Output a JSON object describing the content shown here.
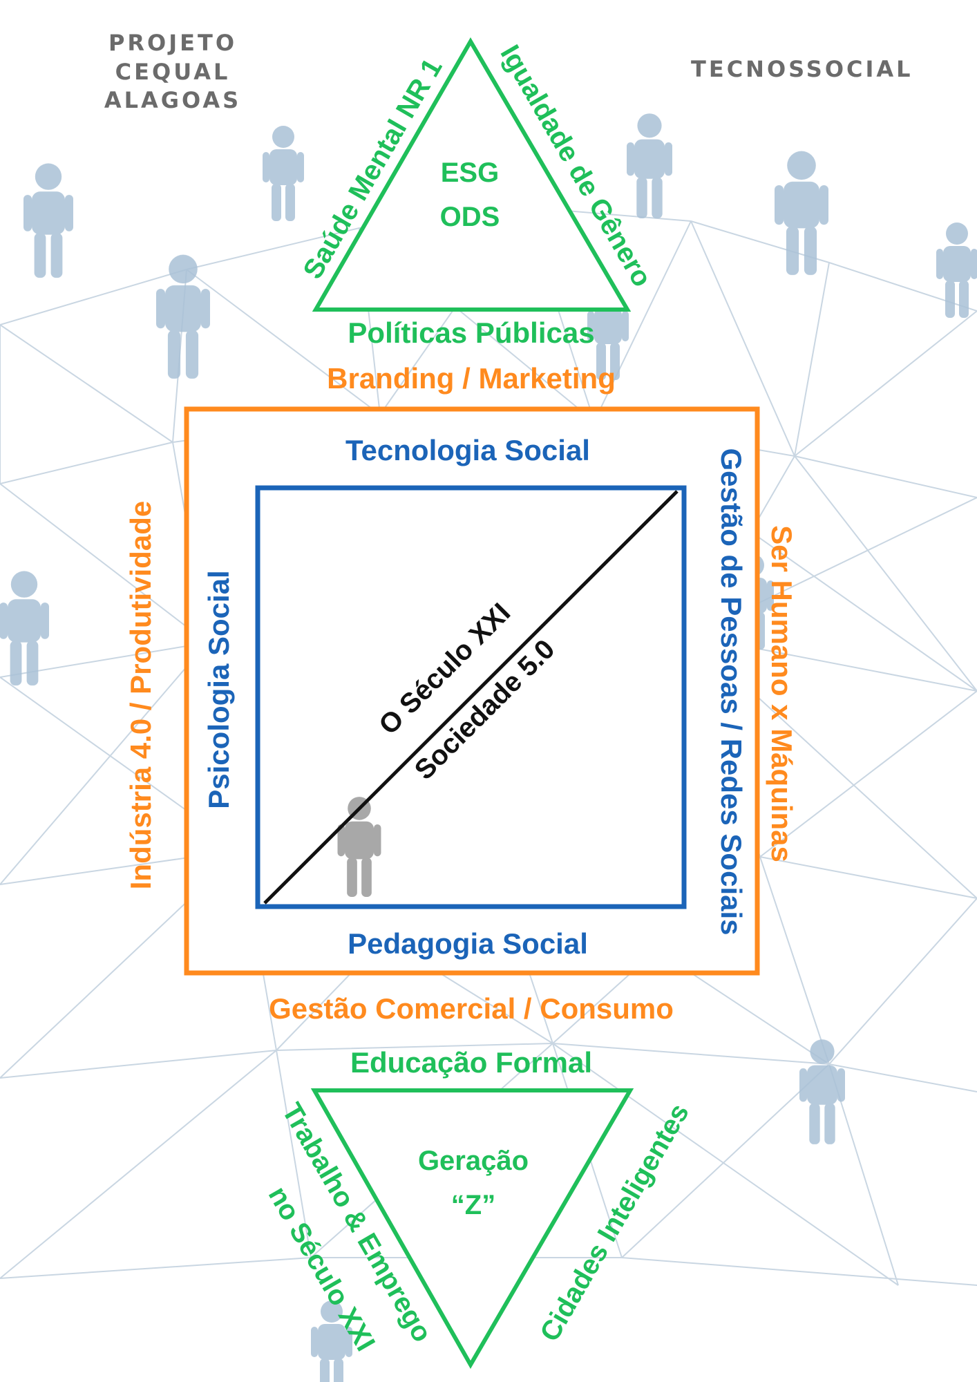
{
  "header": {
    "project_line1": "PROJETO",
    "project_line2": "CEQUAL ALAGOAS",
    "brand": "TECNOSSOCIAL"
  },
  "top_triangle": {
    "center_line1": "ESG",
    "center_line2": "ODS",
    "left_side": "Saúde Mental  NR 1",
    "right_side": "Igualdade de Gênero",
    "base": "Políticas Públicas"
  },
  "outer_frame": {
    "top": "Branding / Marketing",
    "left": "Indústria 4.0 / Produtividade",
    "right": "Ser Humano  x Máquinas",
    "bottom": "Gestão Comercial / Consumo"
  },
  "inner_square": {
    "top": "Tecnologia Social",
    "left": "Psicologia Social",
    "right": "Gestão de Pessoas / Redes Sociais",
    "bottom": "Pedagogia Social",
    "diagonal_line1": "O Século XXI",
    "diagonal_line2": "Sociedade 5.0"
  },
  "bottom_triangle": {
    "base": "Educação Formal",
    "center_line1": "Geração",
    "center_line2": "“Z”",
    "left_side_line1": "Trabalho & Emprego",
    "left_side_line2": "no Século XXI",
    "right_side": "Cidades Inteligentes"
  },
  "colors": {
    "green": "#1fbf5a",
    "orange": "#ff8a1e",
    "blue": "#1b64b8",
    "header_gray": "#6b6b6b",
    "network_lines": "#c9d6e2",
    "people": "#a9c1d6"
  }
}
